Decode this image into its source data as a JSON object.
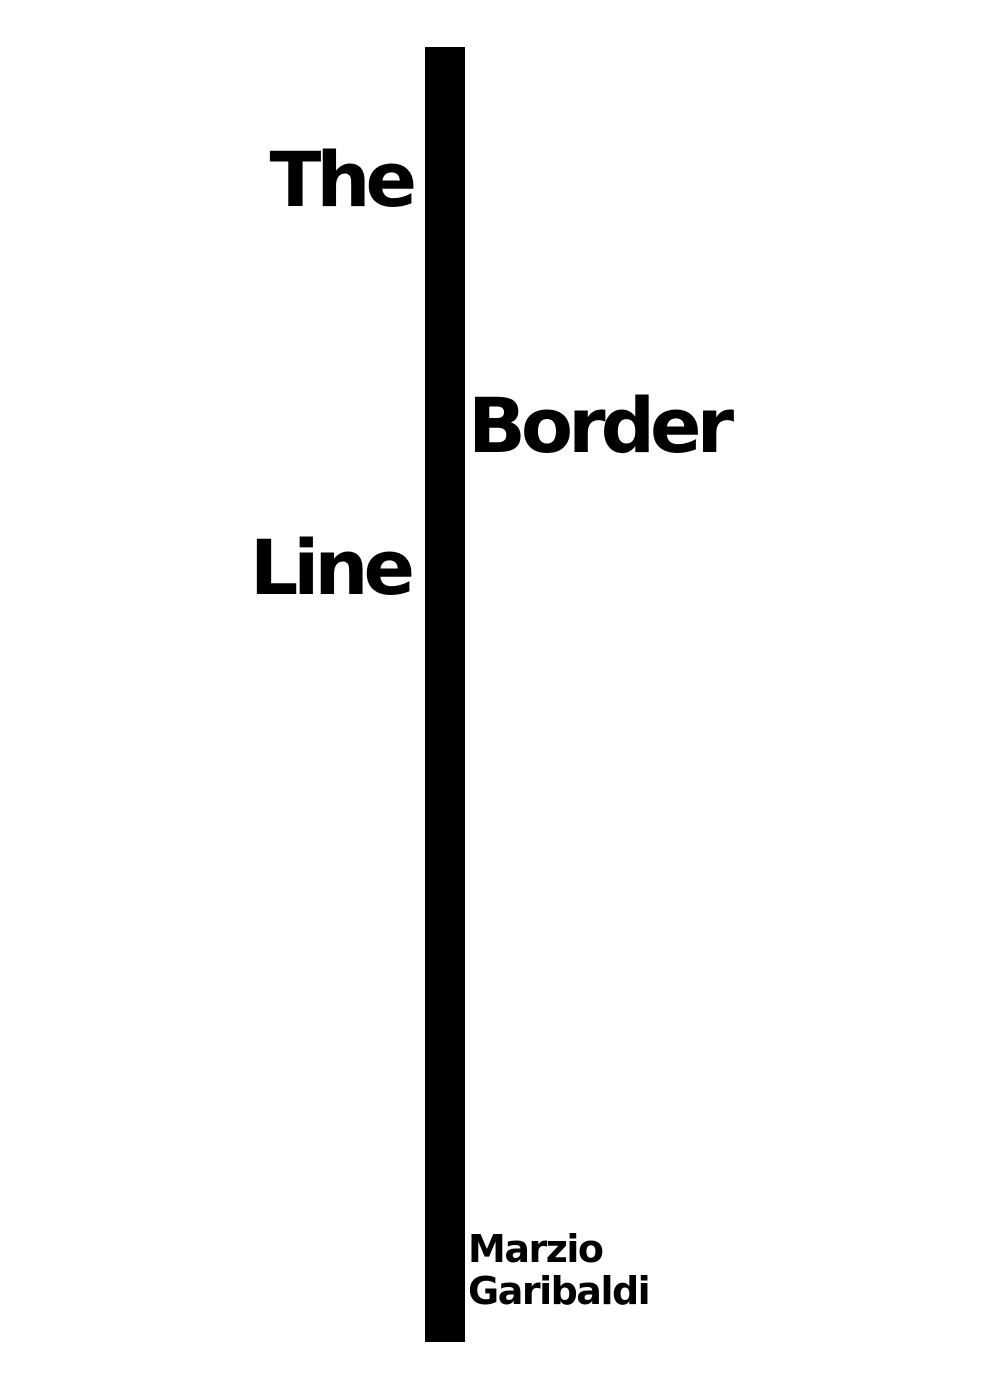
{
  "cover": {
    "title_lines": [
      "The",
      "Border",
      "Line"
    ],
    "author_lines": [
      "Marzio",
      "Garibaldi"
    ]
  },
  "colors": {
    "background": "#ffffff",
    "ink": "#000000"
  }
}
